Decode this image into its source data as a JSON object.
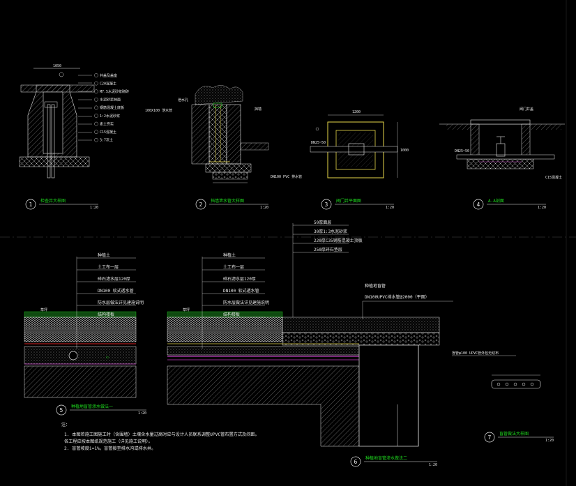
{
  "detail_titles": {
    "d1": {
      "num": "1",
      "title": "检查井大样图"
    },
    "d2": {
      "num": "2",
      "title": "挡墙泄水管大样图"
    },
    "d3": {
      "num": "3",
      "title": "阀门井平面图"
    },
    "d4": {
      "num": "4",
      "title": "A-A剖面"
    },
    "d5": {
      "num": "5",
      "title": "种植地盲管渗水做法一"
    },
    "d6": {
      "num": "6",
      "title": "种植地盲管渗水做法二"
    },
    "d7": {
      "num": "7",
      "title": "盲管做法大样图"
    }
  },
  "scale_label": "1:20",
  "layers5": [
    "种植土",
    "土工布一层",
    "碎石滤水层120厚",
    "DN100 软式透水管",
    "防水层做法详见建施说明",
    "结构楼板"
  ],
  "layers6": [
    "50厚面层",
    "30厚1:3水泥砂浆",
    "220厚C35钢筋混凝土顶板",
    "250厚碎石垫层",
    "土工布一层",
    "碎石滤水层120厚",
    "DN100 软式透水管",
    "防水层做法详见建施说明"
  ],
  "pipe_note": {
    "label": "种植地盲管",
    "spec": "DN100UPVC排水管@2000（平面）"
  },
  "grass_label": "草坪",
  "d1_labels": [
    "井盖及盖座",
    "C20混凝土",
    "M7.5水泥砂浆砌砖",
    "水泥砂浆抹面",
    "钢筋混凝土底板",
    "1:2水泥砂浆",
    "素土夯实",
    "C15混凝土",
    "3:7灰土"
  ],
  "d2_labels": [
    "泄水孔",
    "100X100 泄水管",
    "挡墙",
    "DN100 PVC 排水管"
  ],
  "d4_labels": [
    "阀门井盖",
    "DN25~50",
    "C15混凝土"
  ],
  "d7_label": "盲管φ100 UPVC管外包无纺布",
  "notes": {
    "heading": "注：",
    "lines": [
      "1. 本图若施工图施工时（含围墙）土壤含水量过高时应与设计人员联系调整UPVC管布置方式及间距。",
      "   各工程应按本图纸规范施工（详见施工说明）。",
      "2. 盲管坡度i=1%，盲管接至排水沟或排水井。"
    ]
  },
  "dims": {
    "d1_top": "1050",
    "d3_w": "1200",
    "d3_h": "1000",
    "d3_pipe": "DN25~50"
  },
  "colors": {
    "line": "#e8e8e8",
    "green": "#1fdc1f",
    "yellow": "#e8d84a",
    "magenta": "#c03cc0",
    "red": "#d82020",
    "cyan": "#3aa0d8"
  }
}
